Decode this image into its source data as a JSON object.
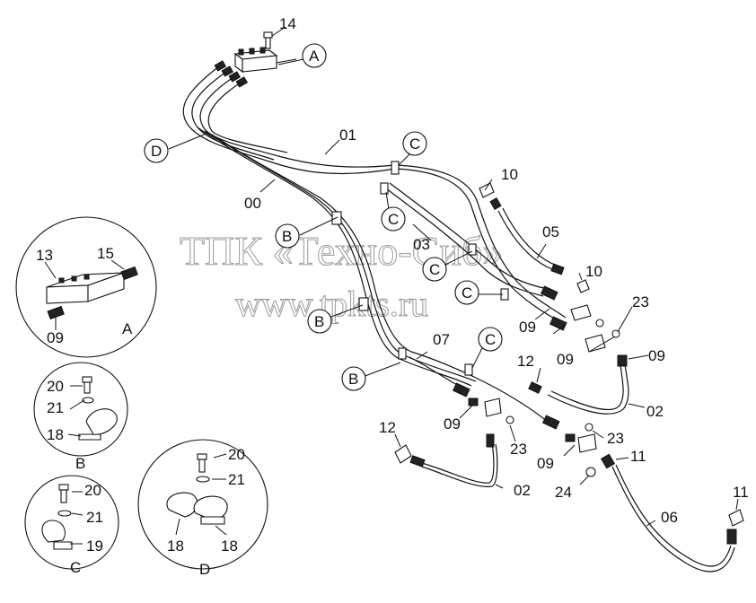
{
  "watermark": {
    "line1": "ТПК «Техно-Сиб»",
    "line2": "www.tpkts.ru"
  },
  "part_labels": {
    "p14": "14",
    "p01": "01",
    "p00": "00",
    "p03": "03",
    "p10a": "10",
    "p05": "05",
    "p10b": "10",
    "p23a": "23",
    "p09a": "09",
    "p09b": "09",
    "p09c": "09",
    "p12a": "12",
    "p07": "07",
    "p02a": "02",
    "p09d": "09",
    "p23b": "23",
    "p12b": "12",
    "p02b": "02",
    "p09e": "09",
    "p23c": "23",
    "p11a": "11",
    "p24": "24",
    "p06": "06",
    "p11b": "11"
  },
  "callouts": {
    "cA": "A",
    "cC1": "C",
    "cD": "D",
    "cC2": "C",
    "cB1": "B",
    "cC3": "C",
    "cC4": "C",
    "cB2": "B",
    "cC5": "C",
    "cB3": "B"
  },
  "details": {
    "A": {
      "title": "A",
      "labels": {
        "l13": "13",
        "l15": "15",
        "l09": "09"
      }
    },
    "B": {
      "title": "B",
      "labels": {
        "l20": "20",
        "l21": "21",
        "l18": "18"
      }
    },
    "C": {
      "title": "C",
      "labels": {
        "l20": "20",
        "l21": "21",
        "l19": "19"
      }
    },
    "D": {
      "title": "D",
      "labels": {
        "l20": "20",
        "l21": "21",
        "l18a": "18",
        "l18b": "18"
      }
    }
  }
}
